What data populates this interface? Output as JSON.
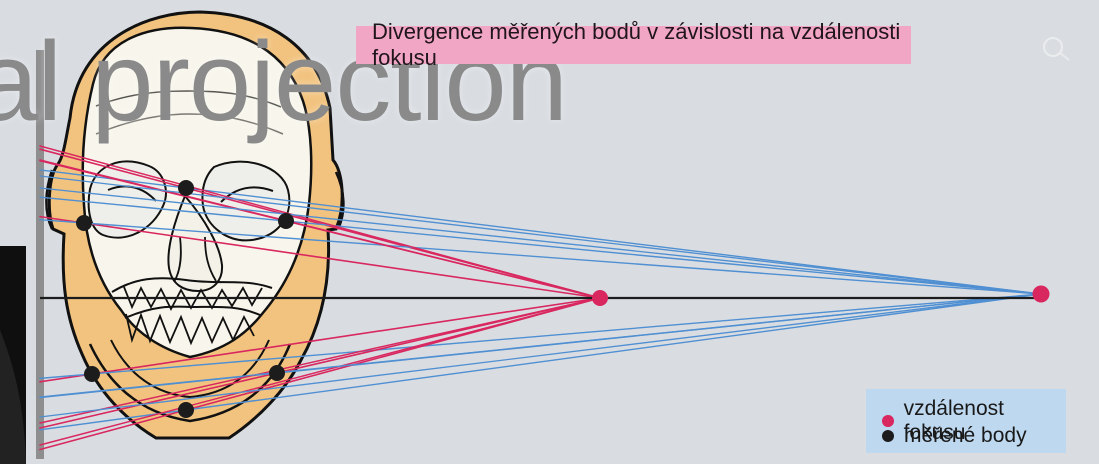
{
  "title": "Divergence měřených bodů v závislosti na vzdálenosti fokusu",
  "overlay_text": "al projection",
  "legend": [
    {
      "label": "vzdálenost fokusu",
      "color": "#d9275f"
    },
    {
      "label": "měřené body",
      "color": "#1c1c1c"
    }
  ],
  "colors": {
    "pink": "#d9275f",
    "blue": "#4f8fd2",
    "black": "#1c1c1c",
    "skin": "#f2c37f",
    "page": "#d9dde2"
  }
}
